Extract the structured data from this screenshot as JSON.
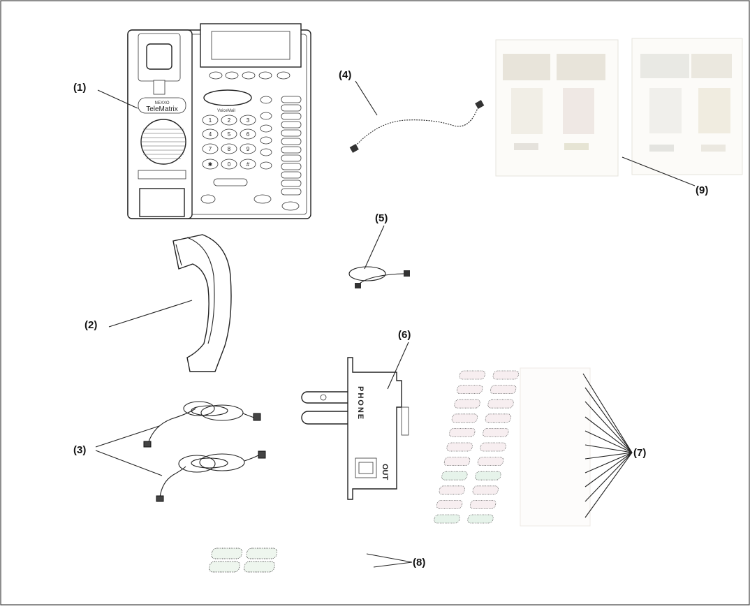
{
  "callouts": {
    "c1": "(1)",
    "c2": "(2)",
    "c3": "(3)",
    "c4": "(4)",
    "c5": "(5)",
    "c6": "(6)",
    "c7": "(7)",
    "c8": "(8)",
    "c9": "(9)"
  },
  "phone": {
    "brand_small": "NEXXO",
    "brand_large": "TeleMatrix",
    "voicemail_label": "VoiceMail",
    "keys": [
      "1",
      "2",
      "3",
      "4",
      "5",
      "6",
      "7",
      "8",
      "9",
      "✱",
      "0",
      "#"
    ]
  },
  "adapter": {
    "label_phone": "PHONE",
    "label_out": "OUT"
  }
}
